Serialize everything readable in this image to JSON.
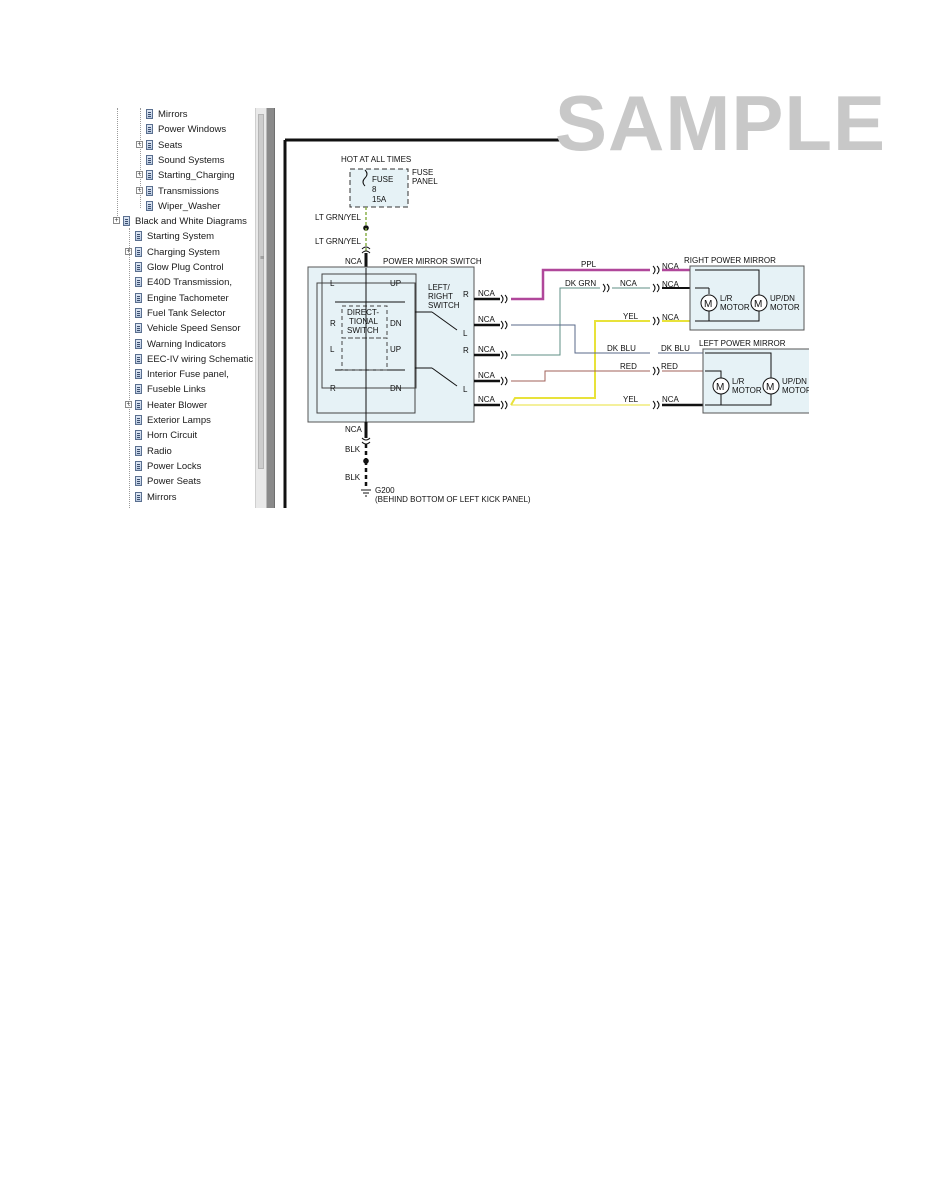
{
  "tree": {
    "items": [
      {
        "label": "Mirrors",
        "indent": 2,
        "expander": false
      },
      {
        "label": "Power Windows",
        "indent": 2,
        "expander": false
      },
      {
        "label": "Seats",
        "indent": 2,
        "expander": true
      },
      {
        "label": "Sound Systems",
        "indent": 2,
        "expander": false
      },
      {
        "label": "Starting_Charging",
        "indent": 2,
        "expander": true
      },
      {
        "label": "Transmissions",
        "indent": 2,
        "expander": true
      },
      {
        "label": "Wiper_Washer",
        "indent": 2,
        "expander": false
      },
      {
        "label": "Black and White Diagrams",
        "indent": 0,
        "expander": true
      },
      {
        "label": "Starting System",
        "indent": 1,
        "expander": false
      },
      {
        "label": "Charging System",
        "indent": 1,
        "expander": true
      },
      {
        "label": "Glow Plug Control",
        "indent": 1,
        "expander": false
      },
      {
        "label": "E40D Transmission,",
        "indent": 1,
        "expander": false
      },
      {
        "label": "Engine Tachometer",
        "indent": 1,
        "expander": false
      },
      {
        "label": "Fuel Tank Selector",
        "indent": 1,
        "expander": false
      },
      {
        "label": "Vehicle Speed Sensor",
        "indent": 1,
        "expander": false
      },
      {
        "label": "Warning Indicators",
        "indent": 1,
        "expander": false
      },
      {
        "label": "EEC-IV wiring Schematic",
        "indent": 1,
        "expander": false
      },
      {
        "label": "Interior Fuse panel,",
        "indent": 1,
        "expander": false
      },
      {
        "label": "Fuseble Links",
        "indent": 1,
        "expander": false
      },
      {
        "label": "Heater Blower",
        "indent": 1,
        "expander": true
      },
      {
        "label": "Exterior Lamps",
        "indent": 1,
        "expander": false
      },
      {
        "label": "Horn Circuit",
        "indent": 1,
        "expander": false
      },
      {
        "label": "Radio",
        "indent": 1,
        "expander": false
      },
      {
        "label": "Power Locks",
        "indent": 1,
        "expander": false
      },
      {
        "label": "Power Seats",
        "indent": 1,
        "expander": false
      },
      {
        "label": "Mirrors",
        "indent": 1,
        "expander": false
      }
    ]
  },
  "watermark": "SAMPLE",
  "diagram": {
    "hot_label": "HOT AT ALL TIMES",
    "fuse_name": "FUSE",
    "fuse_number": "8",
    "fuse_rating": "15A",
    "fuse_panel_1": "FUSE",
    "fuse_panel_2": "PANEL",
    "wire_lt_grn_yel_1": "LT GRN/YEL",
    "wire_lt_grn_yel_2": "LT GRN/YEL",
    "nca_top": "NCA",
    "switch_title": "POWER MIRROR SWITCH",
    "dir_L1": "L",
    "dir_UP1": "UP",
    "dir_R1": "R",
    "dir_DN1": "DN",
    "dir_L2": "L",
    "dir_UP2": "UP",
    "dir_R2": "R",
    "dir_DN2": "DN",
    "dir_switch_1": "DIRECT-",
    "dir_switch_2": "TIONAL",
    "dir_switch_3": "SWITCH",
    "lr_switch_1": "LEFT/",
    "lr_switch_2": "RIGHT",
    "lr_switch_3": "SWITCH",
    "lr_R1": "R",
    "lr_L1": "L",
    "lr_R2": "R",
    "lr_L2": "L",
    "out_nca_1": "NCA",
    "out_nca_2": "NCA",
    "out_nca_3": "NCA",
    "out_nca_4": "NCA",
    "out_nca_5": "NCA",
    "wire_ppl": "PPL",
    "wire_dk_grn": "DK GRN",
    "wire_yel_1": "YEL",
    "wire_dk_blu_1": "DK BLU",
    "wire_dk_blu_2": "DK BLU",
    "wire_red_1": "RED",
    "wire_red_2": "RED",
    "wire_yel_2": "YEL",
    "mid_nca_1": "NCA",
    "in_nca_1": "NCA",
    "in_nca_2": "NCA",
    "in_nca_3": "NCA",
    "in_nca_4": "NCA",
    "right_mirror_title": "RIGHT POWER MIRROR",
    "left_mirror_title": "LEFT POWER MIRROR",
    "motor_symbol": "M",
    "lr_motor_1": "L/R",
    "lr_motor_2": "MOTOR",
    "updn_motor_1": "UP/DN",
    "updn_motor_2": "MOTOR",
    "lr_motor_b1": "L/R",
    "lr_motor_b2": "MOTOR",
    "updn_motor_b1": "UP/DN",
    "updn_motor_b2": "MOTOR",
    "nca_bottom": "NCA",
    "blk_1": "BLK",
    "blk_2": "BLK",
    "ground_name": "G200",
    "ground_location": "(BEHIND BOTTOM OF LEFT KICK PANEL)"
  },
  "colors": {
    "ppl": "#b0479a",
    "yel": "#e8e23a",
    "dk_grn": "#5f8f86",
    "dk_blu": "#5a6a8a",
    "red": "#a0605a",
    "box_fill": "#e6f2f6"
  }
}
